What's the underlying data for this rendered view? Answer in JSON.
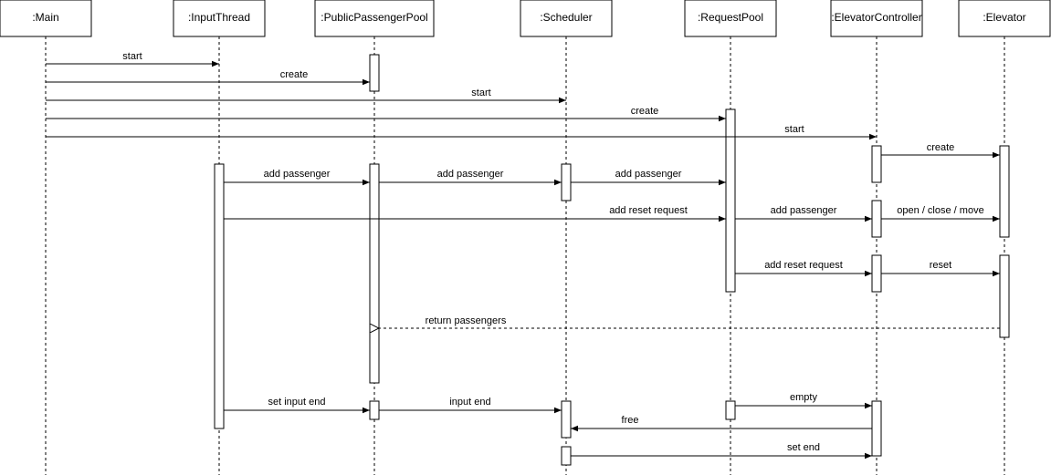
{
  "participants": [
    {
      "id": "main",
      "label": ":Main"
    },
    {
      "id": "input",
      "label": ":InputThread"
    },
    {
      "id": "ppp",
      "label": ":PublicPassengerPool"
    },
    {
      "id": "sched",
      "label": ":Scheduler"
    },
    {
      "id": "rp",
      "label": ":RequestPool"
    },
    {
      "id": "ec",
      "label": ":ElevatorController"
    },
    {
      "id": "elev",
      "label": ":Elevator"
    }
  ],
  "messages": [
    {
      "from": "main",
      "to": "input",
      "label": "start",
      "style": "solid"
    },
    {
      "from": "main",
      "to": "ppp",
      "label": "create",
      "style": "solid"
    },
    {
      "from": "main",
      "to": "sched",
      "label": "start",
      "style": "solid"
    },
    {
      "from": "main",
      "to": "rp",
      "label": "create",
      "style": "solid"
    },
    {
      "from": "main",
      "to": "ec",
      "label": "start",
      "style": "solid"
    },
    {
      "from": "ec",
      "to": "elev",
      "label": "create",
      "style": "solid"
    },
    {
      "from": "input",
      "to": "ppp",
      "label": "add passenger",
      "style": "solid"
    },
    {
      "from": "ppp",
      "to": "sched",
      "label": "add passenger",
      "style": "solid"
    },
    {
      "from": "sched",
      "to": "rp",
      "label": "add passenger",
      "style": "solid"
    },
    {
      "from": "input",
      "to": "rp",
      "label": "add reset request",
      "style": "solid"
    },
    {
      "from": "rp",
      "to": "ec",
      "label": "add passenger",
      "style": "solid"
    },
    {
      "from": "ec",
      "to": "elev",
      "label": "open / close / move",
      "style": "solid"
    },
    {
      "from": "rp",
      "to": "ec",
      "label": "add reset request",
      "style": "solid"
    },
    {
      "from": "ec",
      "to": "elev",
      "label": "reset",
      "style": "solid"
    },
    {
      "from": "elev",
      "to": "ppp",
      "label": "return passengers",
      "style": "dashed"
    },
    {
      "from": "input",
      "to": "ppp",
      "label": "set input end",
      "style": "solid"
    },
    {
      "from": "ppp",
      "to": "sched",
      "label": "input end",
      "style": "solid"
    },
    {
      "from": "rp",
      "to": "ec",
      "label": "empty",
      "style": "solid"
    },
    {
      "from": "ec",
      "to": "sched",
      "label": "free",
      "style": "solid"
    },
    {
      "from": "sched",
      "to": "ec",
      "label": "set end",
      "style": "solid"
    }
  ]
}
